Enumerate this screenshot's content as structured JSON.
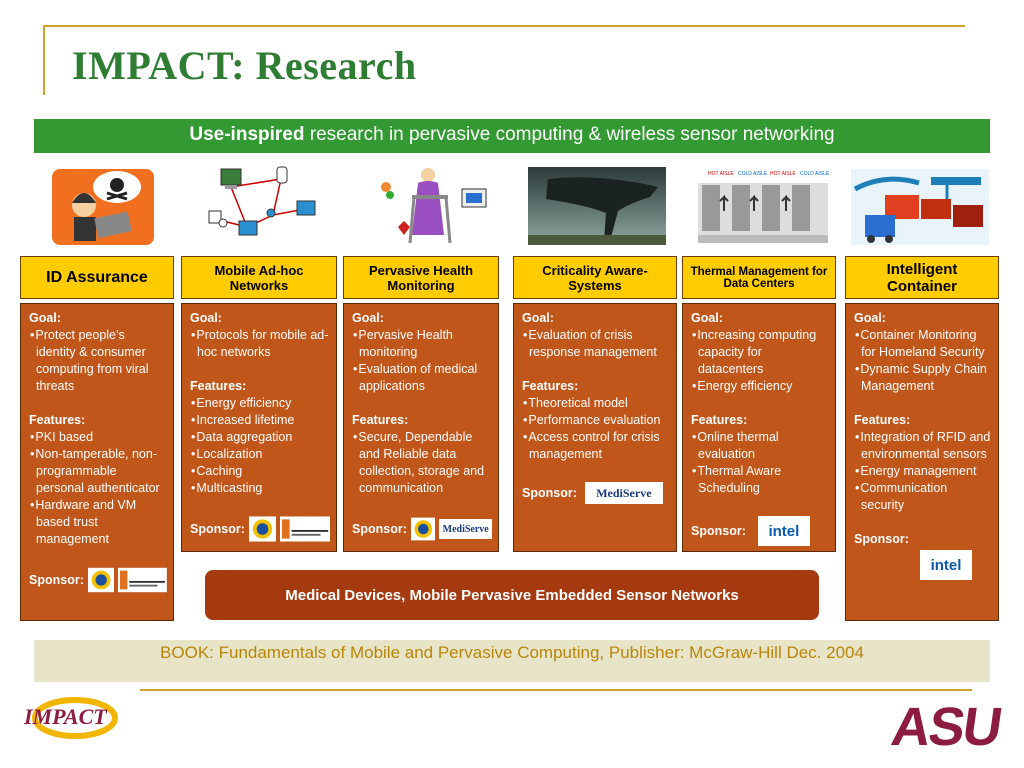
{
  "title": "IMPACT: Research",
  "banner": {
    "bold": "Use-inspired",
    "rest": " research in pervasive computing & wireless sensor networking"
  },
  "columns": [
    {
      "header": "ID Assurance",
      "goal_label": "Goal:",
      "goals": [
        "Protect people’s identity & consumer computing from viral threats"
      ],
      "features_label": "Features:",
      "features": [
        "PKI based",
        "Non-tamperable, non-programmable personal authenticator",
        "Hardware and VM based trust management"
      ],
      "sponsor_label": "Sponsor:",
      "sponsors": [
        "nsf",
        "embedded"
      ]
    },
    {
      "header": "Mobile Ad-hoc Networks",
      "goal_label": "Goal:",
      "goals": [
        "Protocols for mobile ad-hoc networks"
      ],
      "features_label": "Features:",
      "features": [
        "Energy efficiency",
        "Increased lifetime",
        "Data aggregation",
        "Localization",
        "Caching",
        "Multicasting"
      ],
      "sponsor_label": "Sponsor:",
      "sponsors": [
        "nsf",
        "embedded"
      ]
    },
    {
      "header": "Pervasive Health Monitoring",
      "goal_label": "Goal:",
      "goals": [
        "Pervasive Health monitoring",
        "Evaluation of medical applications"
      ],
      "features_label": "Features:",
      "features": [
        "Secure, Dependable and Reliable data collection, storage and communication"
      ],
      "sponsor_label": "Sponsor:",
      "sponsors": [
        "nsf",
        "mediserve"
      ]
    },
    {
      "header": "Criticality Aware-Systems",
      "goal_label": "Goal:",
      "goals": [
        "Evaluation of crisis response management"
      ],
      "features_label": "Features:",
      "features": [
        "Theoretical model",
        "Performance evaluation",
        "Access control for crisis management"
      ],
      "sponsor_label": "Sponsor:",
      "sponsors": [
        "mediserve"
      ]
    },
    {
      "header": "Thermal Management for Data Centers",
      "goal_label": "Goal:",
      "goals": [
        "Increasing computing capacity for datacenters",
        "Energy efficiency"
      ],
      "features_label": "Features:",
      "features": [
        "Online thermal evaluation",
        "Thermal Aware Scheduling"
      ],
      "sponsor_label": "Sponsor:",
      "sponsors": [
        "intel"
      ]
    },
    {
      "header": "Intelligent Container",
      "goal_label": "Goal:",
      "goals": [
        "Container Monitoring for Homeland Security",
        "Dynamic Supply Chain Management"
      ],
      "features_label": "Features:",
      "features": [
        "Integration of RFID and environmental sensors",
        "Energy management",
        "Communication security"
      ],
      "sponsor_label": "Sponsor:",
      "sponsors": [
        "intel"
      ]
    }
  ],
  "logos": {
    "mediserve_text": "MediServe",
    "intel_text": "intel",
    "impact_text": "IMPACT",
    "asu_text": "ASU"
  },
  "thermal_labels": [
    "HOT AISLE",
    "COLD AISLE",
    "HOT AISLE",
    "COLD AISLE"
  ],
  "medical_bar": "Medical Devices, Mobile Pervasive Embedded Sensor Networks",
  "book": "BOOK: Fundamentals of Mobile and Pervasive Computing, Publisher: McGraw-Hill  Dec. 2004",
  "colors": {
    "title_green": "#2e7d32",
    "banner_green": "#339933",
    "header_yellow": "#ffcc00",
    "card_orange": "#c0561a",
    "gold_line": "#d4a22a",
    "asu_maroon": "#8c1d40"
  }
}
